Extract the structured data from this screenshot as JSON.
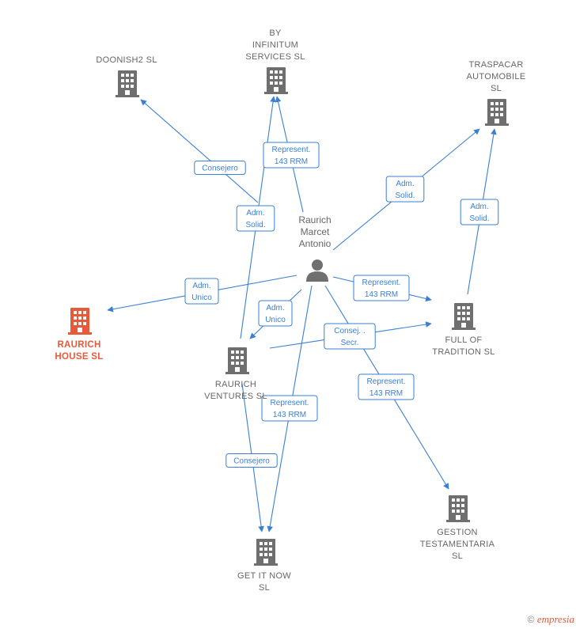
{
  "diagram": {
    "colors": {
      "edge": "#3a7fd5",
      "building": "#6f6f6f",
      "focus": "#e8593a",
      "label": "#666666"
    },
    "person": {
      "id": "person",
      "label": [
        "Raurich",
        "Marcet",
        "Antonio"
      ],
      "icon": "person-icon"
    },
    "companies": [
      {
        "id": "doonish",
        "label": [
          "DOONISH2 SL"
        ],
        "icon": "building-icon"
      },
      {
        "id": "byinfinitum",
        "label": [
          "BY",
          "INFINITUM",
          "SERVICES SL"
        ],
        "icon": "building-icon"
      },
      {
        "id": "traspacar",
        "label": [
          "TRASPACAR",
          "AUTOMOBILE",
          "SL"
        ],
        "icon": "building-icon"
      },
      {
        "id": "raurichhouse",
        "label": [
          "RAURICH",
          "HOUSE SL"
        ],
        "icon": "building-icon",
        "focus": true
      },
      {
        "id": "raurichventures",
        "label": [
          "RAURICH",
          "VENTURES SL"
        ],
        "icon": "building-icon"
      },
      {
        "id": "fulltradition",
        "label": [
          "FULL OF",
          "TRADITION SL"
        ],
        "icon": "building-icon"
      },
      {
        "id": "gestion",
        "label": [
          "GESTION",
          "TESTAMENTARIA",
          "SL"
        ],
        "icon": "building-icon"
      },
      {
        "id": "getitnow",
        "label": [
          "GET IT NOW",
          "SL"
        ],
        "icon": "building-icon"
      }
    ],
    "edges": [
      {
        "id": "e1",
        "from": "person",
        "to": "doonish",
        "label": [
          "Consejero"
        ]
      },
      {
        "id": "e2",
        "from": "person",
        "to": "byinfinitum",
        "label": [
          "Represent.",
          "143 RRM"
        ]
      },
      {
        "id": "e3",
        "from": "raurichventures",
        "to": "byinfinitum",
        "label": [
          "Adm.",
          "Solid."
        ]
      },
      {
        "id": "e4",
        "from": "person",
        "to": "traspacar",
        "label": [
          "Adm.",
          "Solid."
        ]
      },
      {
        "id": "e5",
        "from": "fulltradition",
        "to": "traspacar",
        "label": [
          "Adm.",
          "Solid."
        ]
      },
      {
        "id": "e6",
        "from": "person",
        "to": "raurichhouse",
        "label": [
          "Adm.",
          "Unico"
        ]
      },
      {
        "id": "e7",
        "from": "person",
        "to": "raurichventures",
        "label": [
          "Adm.",
          "Unico"
        ]
      },
      {
        "id": "e8",
        "from": "person",
        "to": "fulltradition",
        "label": [
          "Represent.",
          "143 RRM"
        ]
      },
      {
        "id": "e9",
        "from": "raurichventures",
        "to": "fulltradition",
        "label": [
          "Consej. .",
          "Secr."
        ]
      },
      {
        "id": "e10",
        "from": "person",
        "to": "gestion",
        "label": [
          "Represent.",
          "143 RRM"
        ]
      },
      {
        "id": "e11",
        "from": "person",
        "to": "getitnow",
        "label": [
          "Represent.",
          "143 RRM"
        ]
      },
      {
        "id": "e12",
        "from": "raurichventures",
        "to": "getitnow",
        "label": [
          "Consejero"
        ]
      }
    ]
  },
  "footer": {
    "copyright": "©",
    "brand": "empresia"
  }
}
